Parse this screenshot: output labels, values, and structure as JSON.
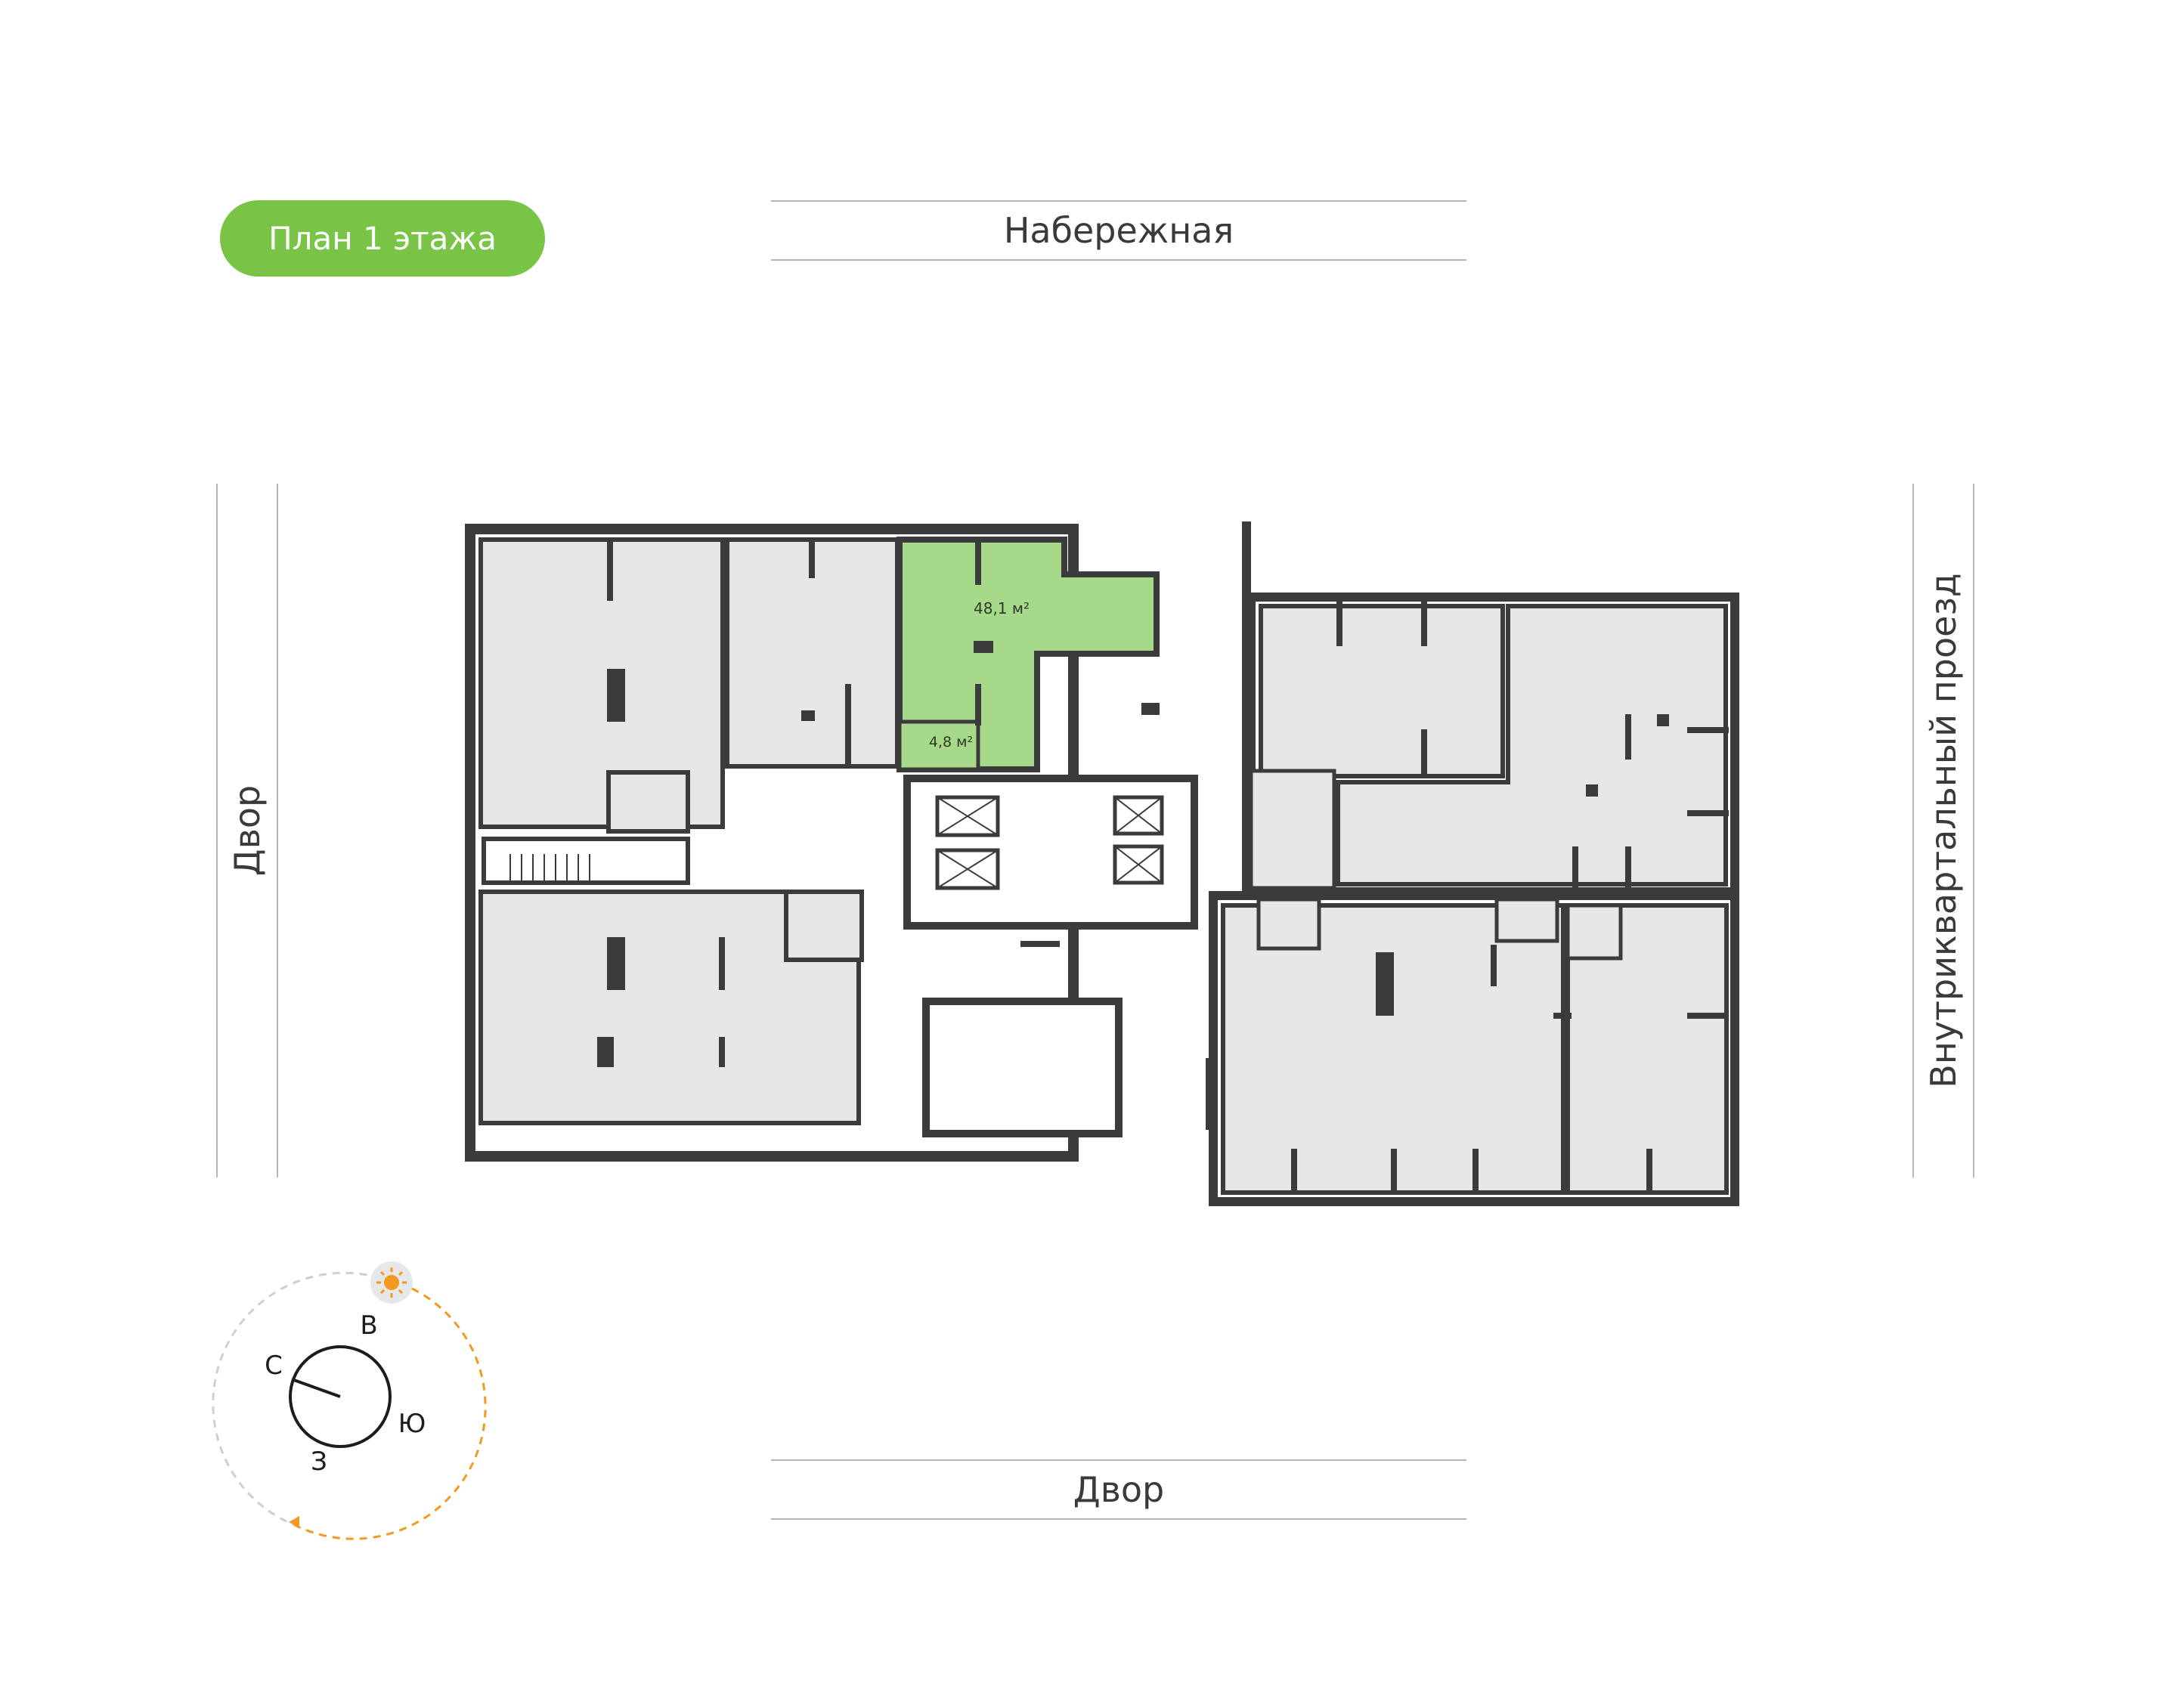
{
  "badge": {
    "label": "План 1 этажа",
    "color": "#79c447"
  },
  "streets": {
    "top": "Набережная",
    "bottom": "Двор",
    "left": "Двор",
    "right": "Внутриквартальный проезд"
  },
  "plan": {
    "selected_unit": {
      "main_area": "48,1 м²",
      "aux_area": "4,8 м²",
      "highlight_color": "#a7d98a"
    },
    "room_fill": "#e6e7e9",
    "wall_color": "#3b3b3b"
  },
  "compass": {
    "north": "С",
    "east": "В",
    "south": "Ю",
    "west": "З",
    "sun_icon": "sun-icon",
    "sun_path_color": "#f29a1f"
  }
}
